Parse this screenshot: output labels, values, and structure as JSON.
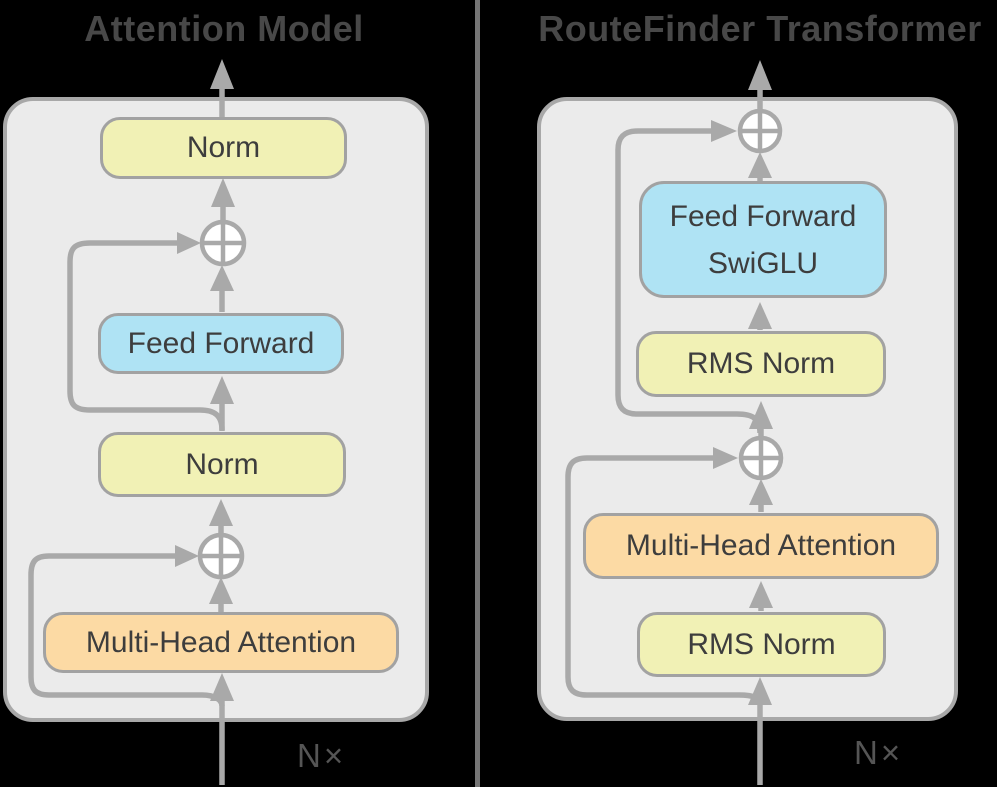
{
  "figure": {
    "left_panel": {
      "title": "Attention Model",
      "repeat_label": "N×",
      "blocks": [
        {
          "label": "Norm"
        },
        {
          "label": "Feed Forward"
        },
        {
          "label": "Norm"
        },
        {
          "label": "Multi-Head Attention"
        }
      ]
    },
    "right_panel": {
      "title": "RouteFinder Transformer",
      "repeat_label": "N×",
      "blocks": [
        {
          "label_line1": "Feed Forward",
          "label_line2": "SwiGLU"
        },
        {
          "label": "RMS Norm"
        },
        {
          "label": "Multi-Head Attention"
        },
        {
          "label": "RMS Norm"
        }
      ]
    },
    "icons": {
      "add_node": "circled-plus",
      "arrow": "up-arrow"
    },
    "colors": {
      "background": "#000000",
      "panel_fill": "#ebebeb",
      "panel_border": "#a8a8a8",
      "connector_gray": "#a9a9a9",
      "norm_fill": "#f1f1b5",
      "feed_forward_fill": "#afe3f4",
      "attention_fill": "#fcdaa4",
      "box_border": "#a2a2a2",
      "box_text": "#3d3d3d",
      "title_text": "#484848",
      "repeat_text": "#555555",
      "divider": "#757575"
    }
  }
}
